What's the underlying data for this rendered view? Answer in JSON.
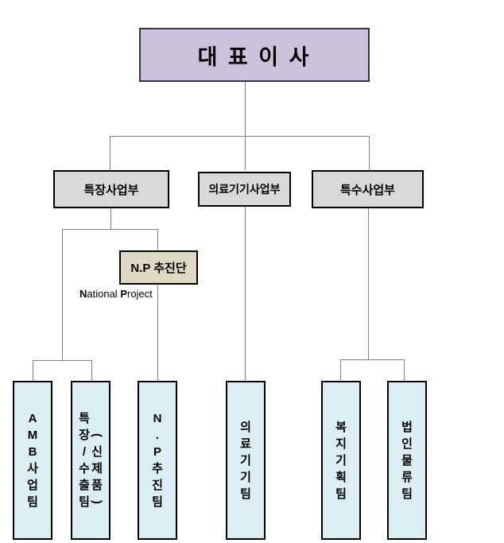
{
  "colors": {
    "background": "#ffffff",
    "ceo_fill": "#ccc1da",
    "ceo_border": "#3a2e4f",
    "division_fill": "#d9d9d9",
    "np_fill": "#ddd9c3",
    "team_fill": "#daeef3",
    "box_border": "#000000",
    "connector": "#808080",
    "text": "#000000"
  },
  "root": {
    "label": "대 표 이 사"
  },
  "divisions": [
    {
      "label": "특장사업부"
    },
    {
      "label": "의료기기사업부"
    },
    {
      "label": "특수사업부"
    }
  ],
  "np_unit": {
    "label": "N.P 추진단",
    "caption": [
      "N",
      "ational ",
      "P",
      "roject"
    ]
  },
  "teams": [
    {
      "label": "AMB사업팀"
    },
    {
      "label": "특장/수출팀",
      "sublabel": "(신제품)"
    },
    {
      "label": "N.P추진팀"
    },
    {
      "label": "의료기기팀"
    },
    {
      "label": "복지기획팀"
    },
    {
      "label": "법인물류팀"
    }
  ]
}
